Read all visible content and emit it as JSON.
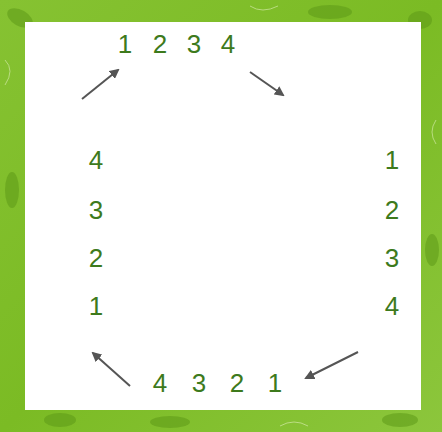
{
  "diagram": {
    "labels": [
      "1",
      "2",
      "3",
      "4",
      "4",
      "3",
      "2",
      "1",
      "1",
      "2",
      "3",
      "4",
      "4",
      "3",
      "2",
      "1"
    ]
  }
}
